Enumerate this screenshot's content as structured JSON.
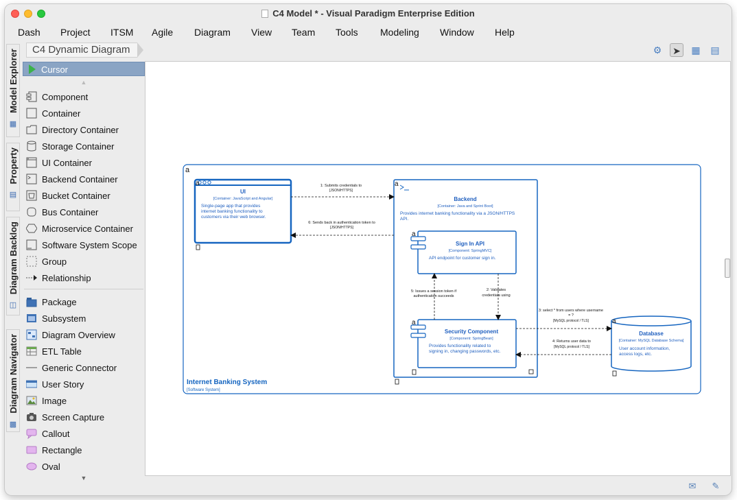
{
  "window": {
    "title": "C4 Model * - Visual Paradigm Enterprise Edition"
  },
  "menu": [
    "Dash",
    "Project",
    "ITSM",
    "Agile",
    "Diagram",
    "View",
    "Team",
    "Tools",
    "Modeling",
    "Window",
    "Help"
  ],
  "toolbar": {
    "breadcrumb": "C4 Dynamic Diagram",
    "icons": [
      "robot-icon",
      "megaphone-icon",
      "fit-view-icon",
      "panel-icon"
    ]
  },
  "side_tabs": [
    "Model Explorer",
    "Property",
    "Diagram Backlog",
    "Diagram Navigator"
  ],
  "palette": {
    "cursor": "Cursor",
    "group1": [
      "Component",
      "Container",
      "Directory Container",
      "Storage Container",
      "UI Container",
      "Backend Container",
      "Bucket Container",
      "Bus Container",
      "Microservice Container",
      "Software System Scope",
      "Group",
      "Relationship"
    ],
    "group2": [
      "Package",
      "Subsystem",
      "Diagram Overview",
      "ETL Table",
      "Generic Connector",
      "User Story",
      "Image",
      "Screen Capture",
      "Callout",
      "Rectangle",
      "Oval"
    ]
  },
  "diagram": {
    "system": {
      "name": "Internet Banking System",
      "stereotype": "[Software System]"
    },
    "ui": {
      "name": "UI",
      "stereotype": "[Container: JavaScript and Angular]",
      "desc": [
        "Single-page app that provides",
        "internet banking functionality to",
        "customers via their web browser."
      ]
    },
    "backend": {
      "name": "Backend",
      "stereotype": "[Container: Java and Sprint Boot]",
      "desc": [
        "Provides internet banking functionality via a JSON/HTTPS",
        "API."
      ]
    },
    "signin": {
      "name": "Sign In API",
      "stereotype": "[Component: SpringMVC]",
      "desc": [
        "API endpoint for customer sign in."
      ]
    },
    "security": {
      "name": "Security Component",
      "stereotype": "[Component: SpringBean]",
      "desc": [
        "Provides functionality related to",
        "signing in, changing passwords, etc."
      ]
    },
    "database": {
      "name": "Database",
      "stereotype": "[Container: MySQL Database Schema]",
      "desc": [
        "User account information,",
        "access logs, etc."
      ]
    },
    "relations": {
      "r1": [
        "1: Submits credentials to",
        "[JSON/HTTPS]"
      ],
      "r6": [
        "6: Sends back in authentication token to",
        "[JSON/HTTPS]"
      ],
      "r2": [
        "2: Validates",
        "credentials using"
      ],
      "r5": [
        "5: Issues a session token if",
        "authentication succeeds"
      ],
      "r3": [
        "3: select * from users where username",
        "= ?",
        "[MySQL protocol / TLS]"
      ],
      "r4": [
        "4: Returns user data to",
        "[MySQL protocol / TLS]"
      ]
    }
  },
  "colors": {
    "c4_blue": "#1565c0",
    "c4_text_blue": "#1f5fbf",
    "selection": "#8aa4c4"
  }
}
